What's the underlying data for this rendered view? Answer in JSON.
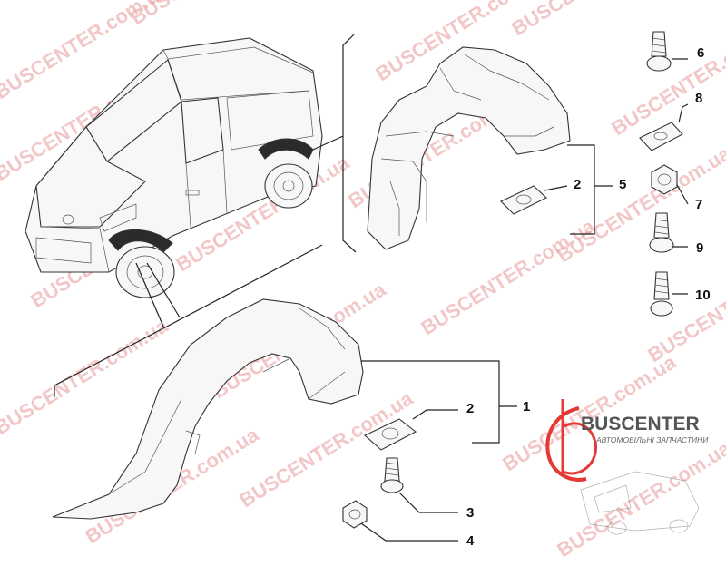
{
  "watermark": {
    "text": "BUSCENTER.com.ua",
    "color": "#e57373"
  },
  "logo": {
    "name": "BUSCENTER",
    "tagline": "АВТОМОБІЛЬНІ ЗАПЧАСТИНИ",
    "accent": "#e53935"
  },
  "callouts": {
    "c1": "1",
    "c2_lower": "2",
    "c2_upper": "2",
    "c3": "3",
    "c4": "4",
    "c5": "5",
    "c6": "6",
    "c7": "7",
    "c8": "8",
    "c9": "9",
    "c10": "10"
  }
}
